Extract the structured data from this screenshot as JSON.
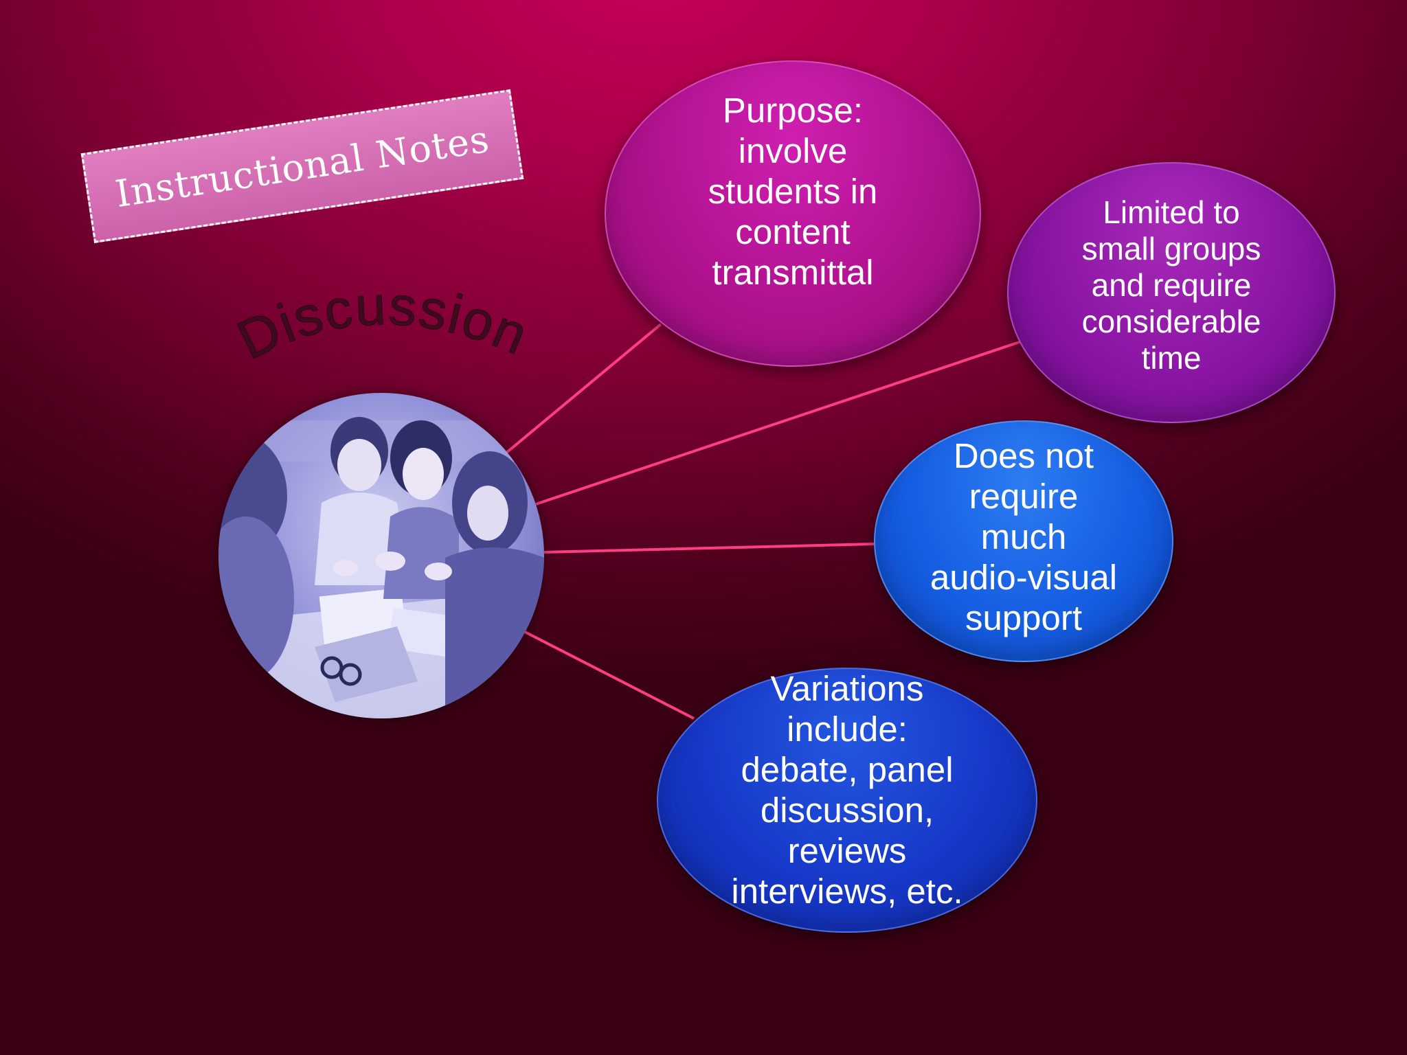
{
  "slide": {
    "title": "Instructional Notes",
    "topic": "Discussion",
    "nodes": {
      "purpose": "Purpose:\ninvolve\nstudents in\ncontent\ntransmittal",
      "limited": "Limited to\nsmall groups\nand require\nconsiderable\ntime",
      "audio_visual": "Does not\nrequire\nmuch\naudio-visual\nsupport",
      "variations": "Variations\ninclude:\ndebate, panel\ndiscussion,\nreviews\ninterviews, etc."
    }
  },
  "colors": {
    "background_top": "#c8005a",
    "background_edge": "#3a0014",
    "connector": "#ff3d84",
    "title_box": "#d96ab5",
    "topic_text": "#3e0a1e",
    "node_purpose": "#b0128f",
    "node_limited": "#8a15a4",
    "node_audio": "#165ee2",
    "node_variations": "#1738c8",
    "photo_tint": "#8e8ed8"
  }
}
